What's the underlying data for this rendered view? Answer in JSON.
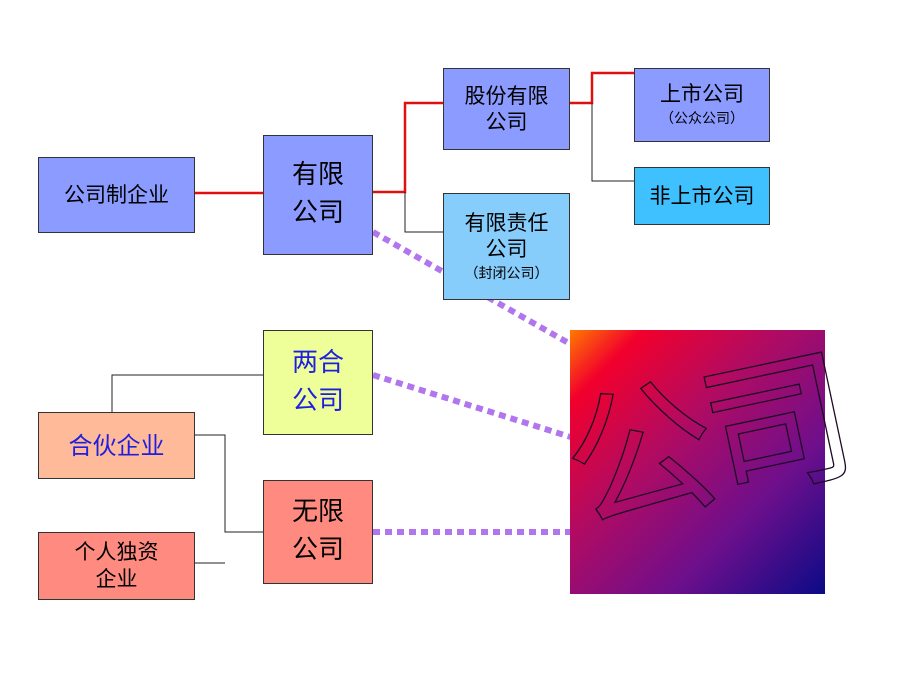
{
  "boxes": {
    "company_enterprise": "公司制企业",
    "limited_company": [
      "有限",
      "公司"
    ],
    "joint_stock": [
      "股份有限",
      "公司"
    ],
    "listed": "上市公司",
    "listed_note": "（公众公司）",
    "unlisted": "非上市公司",
    "limited_liability": [
      "有限责任",
      "公司"
    ],
    "limited_liability_note": "（封闭公司）",
    "two_party": [
      "两合",
      "公司"
    ],
    "partnership": "合伙企业",
    "unlimited": [
      "无限",
      "公司"
    ],
    "sole_proprietor": [
      "个人独资",
      "企业"
    ]
  },
  "panel": {
    "text": "公司"
  },
  "colors": {
    "blue_box": "#8b9bff",
    "light_blue_box": "#87cdfc",
    "cyan_box": "#3fc0ff",
    "yellow_box": "#eeff99",
    "peach_box": "#ffbb99",
    "pink_box": "#ff8a80",
    "red_line": "#e11010",
    "dotted_line": "#b176ee",
    "partnership_text": "#1f1fe0"
  }
}
